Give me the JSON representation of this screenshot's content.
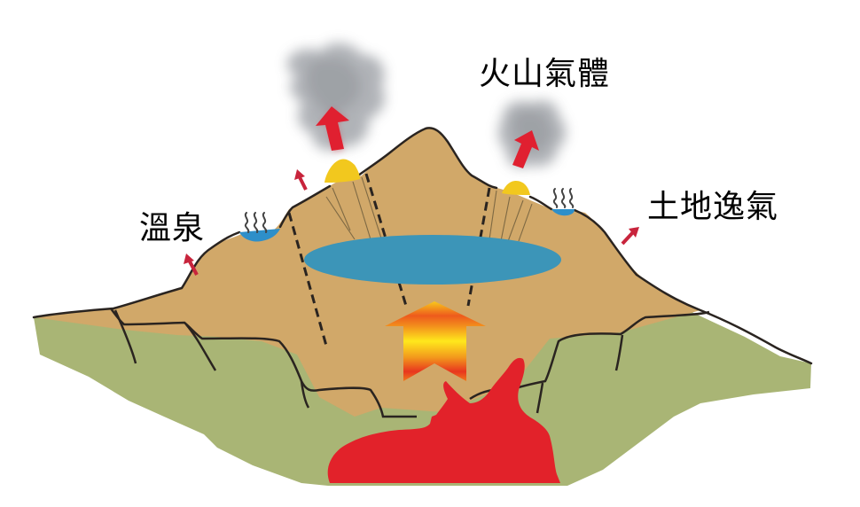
{
  "labels": {
    "volcanic_gas": "火山氣體",
    "soil_degassing": "土地逸氣",
    "hot_spring": "溫泉"
  },
  "colors": {
    "background": "#ffffff",
    "volcano_body": "#d1a869",
    "bedrock": "#a9b575",
    "magma": "#e2222a",
    "hydrothermal_reservoir": "#3c95b8",
    "hot_spring_water": "#2e8fc9",
    "fumarole_deposit": "#f2c81e",
    "gas_arrow": "#e02030",
    "small_arrow": "#c8243c",
    "gas_plume": "#9a9ea3",
    "outline": "#2a2420",
    "heat_arrow_top": "#f7b21a",
    "heat_arrow_mid": "#ffe21a",
    "heat_arrow_bottom": "#e8361e"
  }
}
